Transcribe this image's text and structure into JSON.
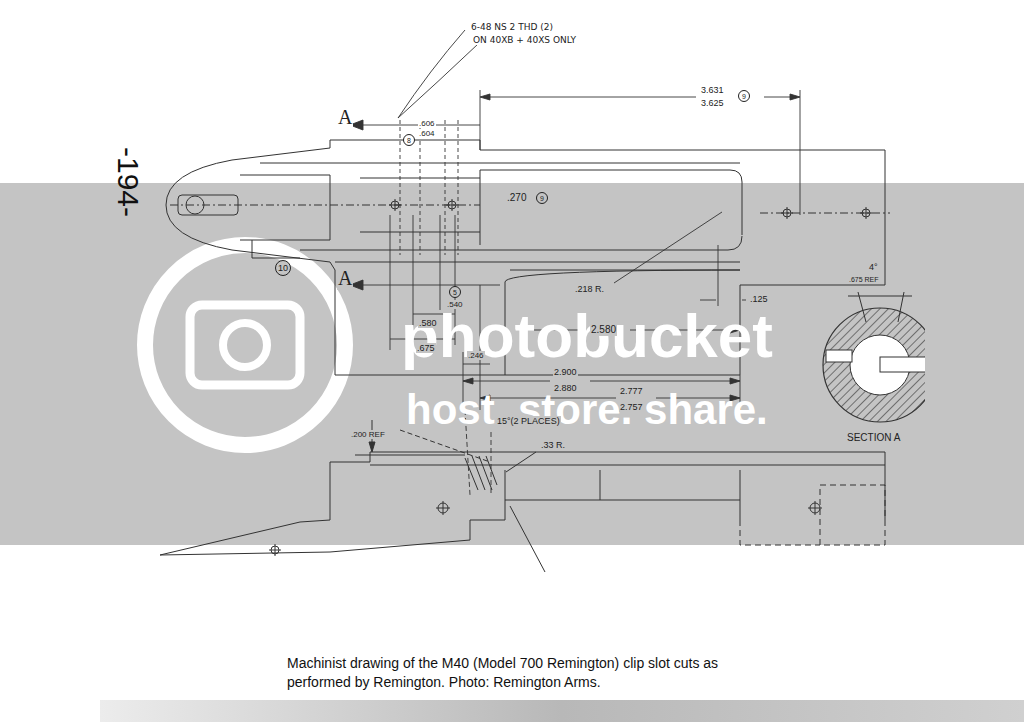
{
  "diagram": {
    "caption": "Machinist drawing of the M40 (Model 700 Remington) clip slot cuts as performed by Remington.  Photo:  Remington Arms.",
    "nodes": [
      {
        "text": [
          "9"
        ]
      },
      {
        "text": [
          "8"
        ]
      },
      {
        "text": [
          "9"
        ]
      },
      {
        "text": [
          "10"
        ]
      },
      {
        "text": [
          "5"
        ]
      }
    ],
    "edges": [],
    "labels": [
      "-194-",
      "6-48 NS 2 THD (2)",
      "ON 40XB + 40XS ONLY",
      "A",
      ".606",
      ".604",
      "3.631",
      "3.625",
      ".270",
      ".218 R.",
      "A",
      ".540",
      ".580",
      ".675",
      "2.580",
      ".125",
      ".246",
      "2.900",
      "2.880",
      "2.777",
      "2.757",
      "15°(2 PLACES)",
      ".200 REF",
      ".33 R.",
      "4°",
      ".675 REF",
      "SECTION A",
      "photobucket",
      "host. store. share."
    ]
  }
}
